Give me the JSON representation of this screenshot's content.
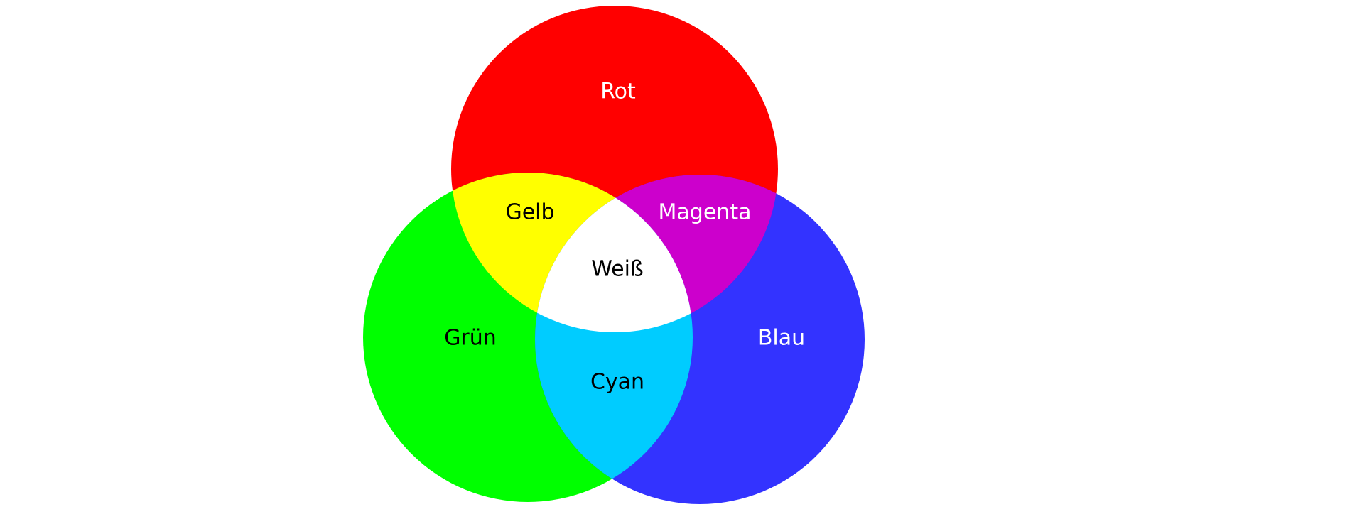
{
  "diagram": {
    "labels": {
      "red": "Rot",
      "green": "Grün",
      "blue": "Blau",
      "yellow": "Gelb",
      "magenta": "Magenta",
      "cyan": "Cyan",
      "white": "Weiß"
    },
    "colors": {
      "red": "#ff0000",
      "green": "#00ff00",
      "blue": "#3333ff",
      "yellow": "#ffff00",
      "magenta": "#cc00cc",
      "cyan": "#00ccff",
      "white": "#ffffff",
      "label_light": "#ffffff",
      "label_dark": "#000000"
    }
  }
}
